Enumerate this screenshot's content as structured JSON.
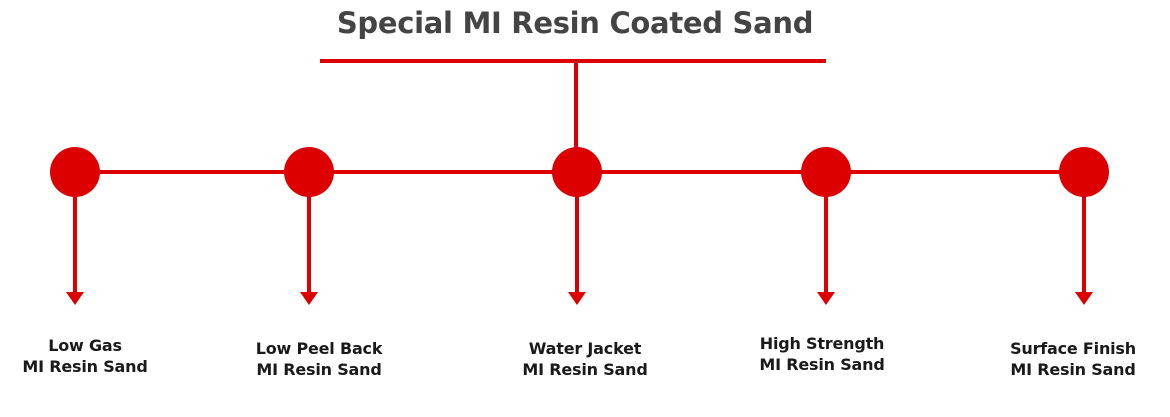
{
  "title": "Special MI Resin Coated Sand",
  "colors": {
    "accent": "#dd0000",
    "title_text": "#444444",
    "label_text": "#1a1a1a"
  },
  "nodes": [
    {
      "line1": "Low Gas",
      "line2": "MI Resin Sand"
    },
    {
      "line1": "Low Peel Back",
      "line2": "MI Resin Sand"
    },
    {
      "line1": "Water Jacket",
      "line2": "MI Resin Sand"
    },
    {
      "line1": "High Strength",
      "line2": "MI Resin Sand"
    },
    {
      "line1": "Surface Finish",
      "line2": "MI Resin Sand"
    }
  ]
}
